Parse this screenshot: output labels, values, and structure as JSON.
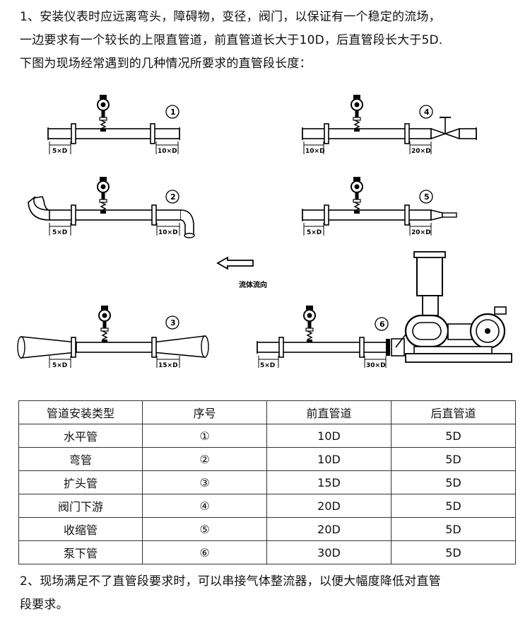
{
  "intro": {
    "line1": "1、安装仪表时应远离弯头，障碍物，变径，阀门，以保证有一个稳定的流场，",
    "line2": "一边要求有一个较长的上限直管道，前直管道长大于10D，后直管段长大于5D.",
    "line3": "下图为现场经常遇到的几种情况所要求的直管段长度："
  },
  "diagram": {
    "flow_label": "流体流向",
    "markers": [
      "①",
      "②",
      "③",
      "④",
      "⑤",
      "⑥"
    ],
    "dims": {
      "d1_left": "5×D",
      "d1_right": "10×D",
      "d2_left": "5×D",
      "d2_right": "10×D",
      "d3_left": "5×D",
      "d3_right": "15×D",
      "d4_left": "10×D",
      "d4_right": "20×D",
      "d5_left": "5×D",
      "d5_right": "20×D",
      "d6_left": "5×D",
      "d6_right": "30×D"
    }
  },
  "table": {
    "headers": [
      "管道安装类型",
      "序号",
      "前直管道",
      "后直管道"
    ],
    "rows": [
      [
        "水平管",
        "①",
        "10D",
        "5D"
      ],
      [
        "弯管",
        "②",
        "10D",
        "5D"
      ],
      [
        "扩头管",
        "③",
        "15D",
        "5D"
      ],
      [
        "阀门下游",
        "④",
        "20D",
        "5D"
      ],
      [
        "收缩管",
        "⑤",
        "20D",
        "5D"
      ],
      [
        "泵下管",
        "⑥",
        "30D",
        "5D"
      ]
    ]
  },
  "footer": {
    "line1": "2、现场满足不了直管段要求时，可以串接气体整流器，以便大幅度降低对直管",
    "line2": "段要求。"
  }
}
